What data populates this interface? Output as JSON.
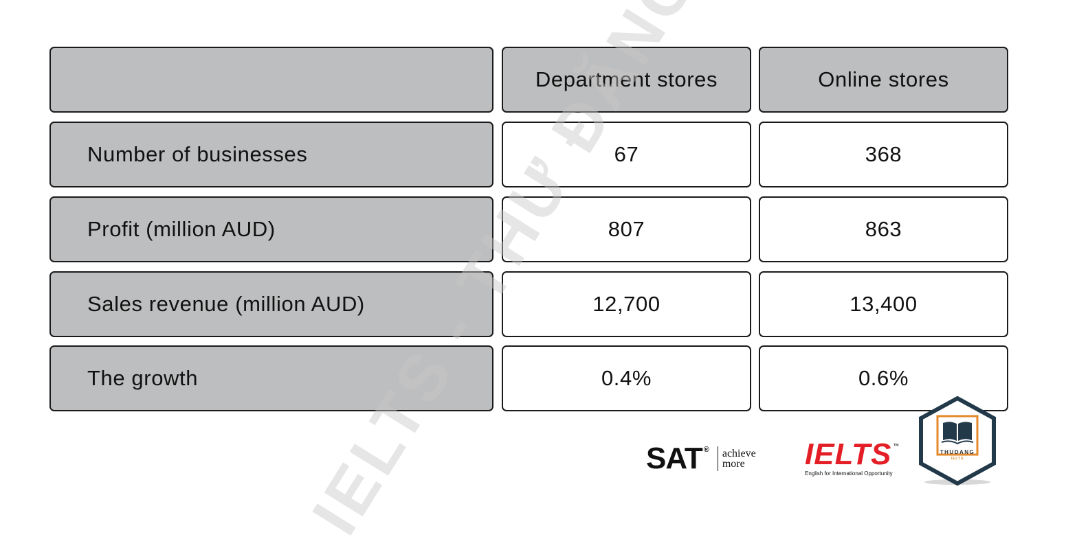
{
  "chart_data": {
    "type": "table",
    "columns": [
      "",
      "Department stores",
      "Online stores"
    ],
    "rows": [
      {
        "label": "Number of businesses",
        "values": [
          "67",
          "368"
        ]
      },
      {
        "label": "Profit (million AUD)",
        "values": [
          "807",
          "863"
        ]
      },
      {
        "label": "Sales revenue (million AUD)",
        "values": [
          "12,700",
          "13,400"
        ]
      },
      {
        "label": "The growth",
        "values": [
          "0.4%",
          "0.6%"
        ]
      }
    ]
  },
  "watermark": "IELTS - THƯ ĐĂNG",
  "logos": {
    "sat": {
      "word": "SAT",
      "mark": "®",
      "tagline_1": "achieve",
      "tagline_2": "more"
    },
    "ielts": {
      "word": "IELTS",
      "mark": "™",
      "subtitle": "English for International Opportunity"
    },
    "badge": {
      "name": "THUDANG",
      "sub": "IELTS"
    }
  },
  "colors": {
    "header_fill": "#bdbebf",
    "border": "#1a1a1a",
    "ielts_red": "#e41e26",
    "badge_navy": "#22394a",
    "badge_orange": "#e48a2a"
  }
}
